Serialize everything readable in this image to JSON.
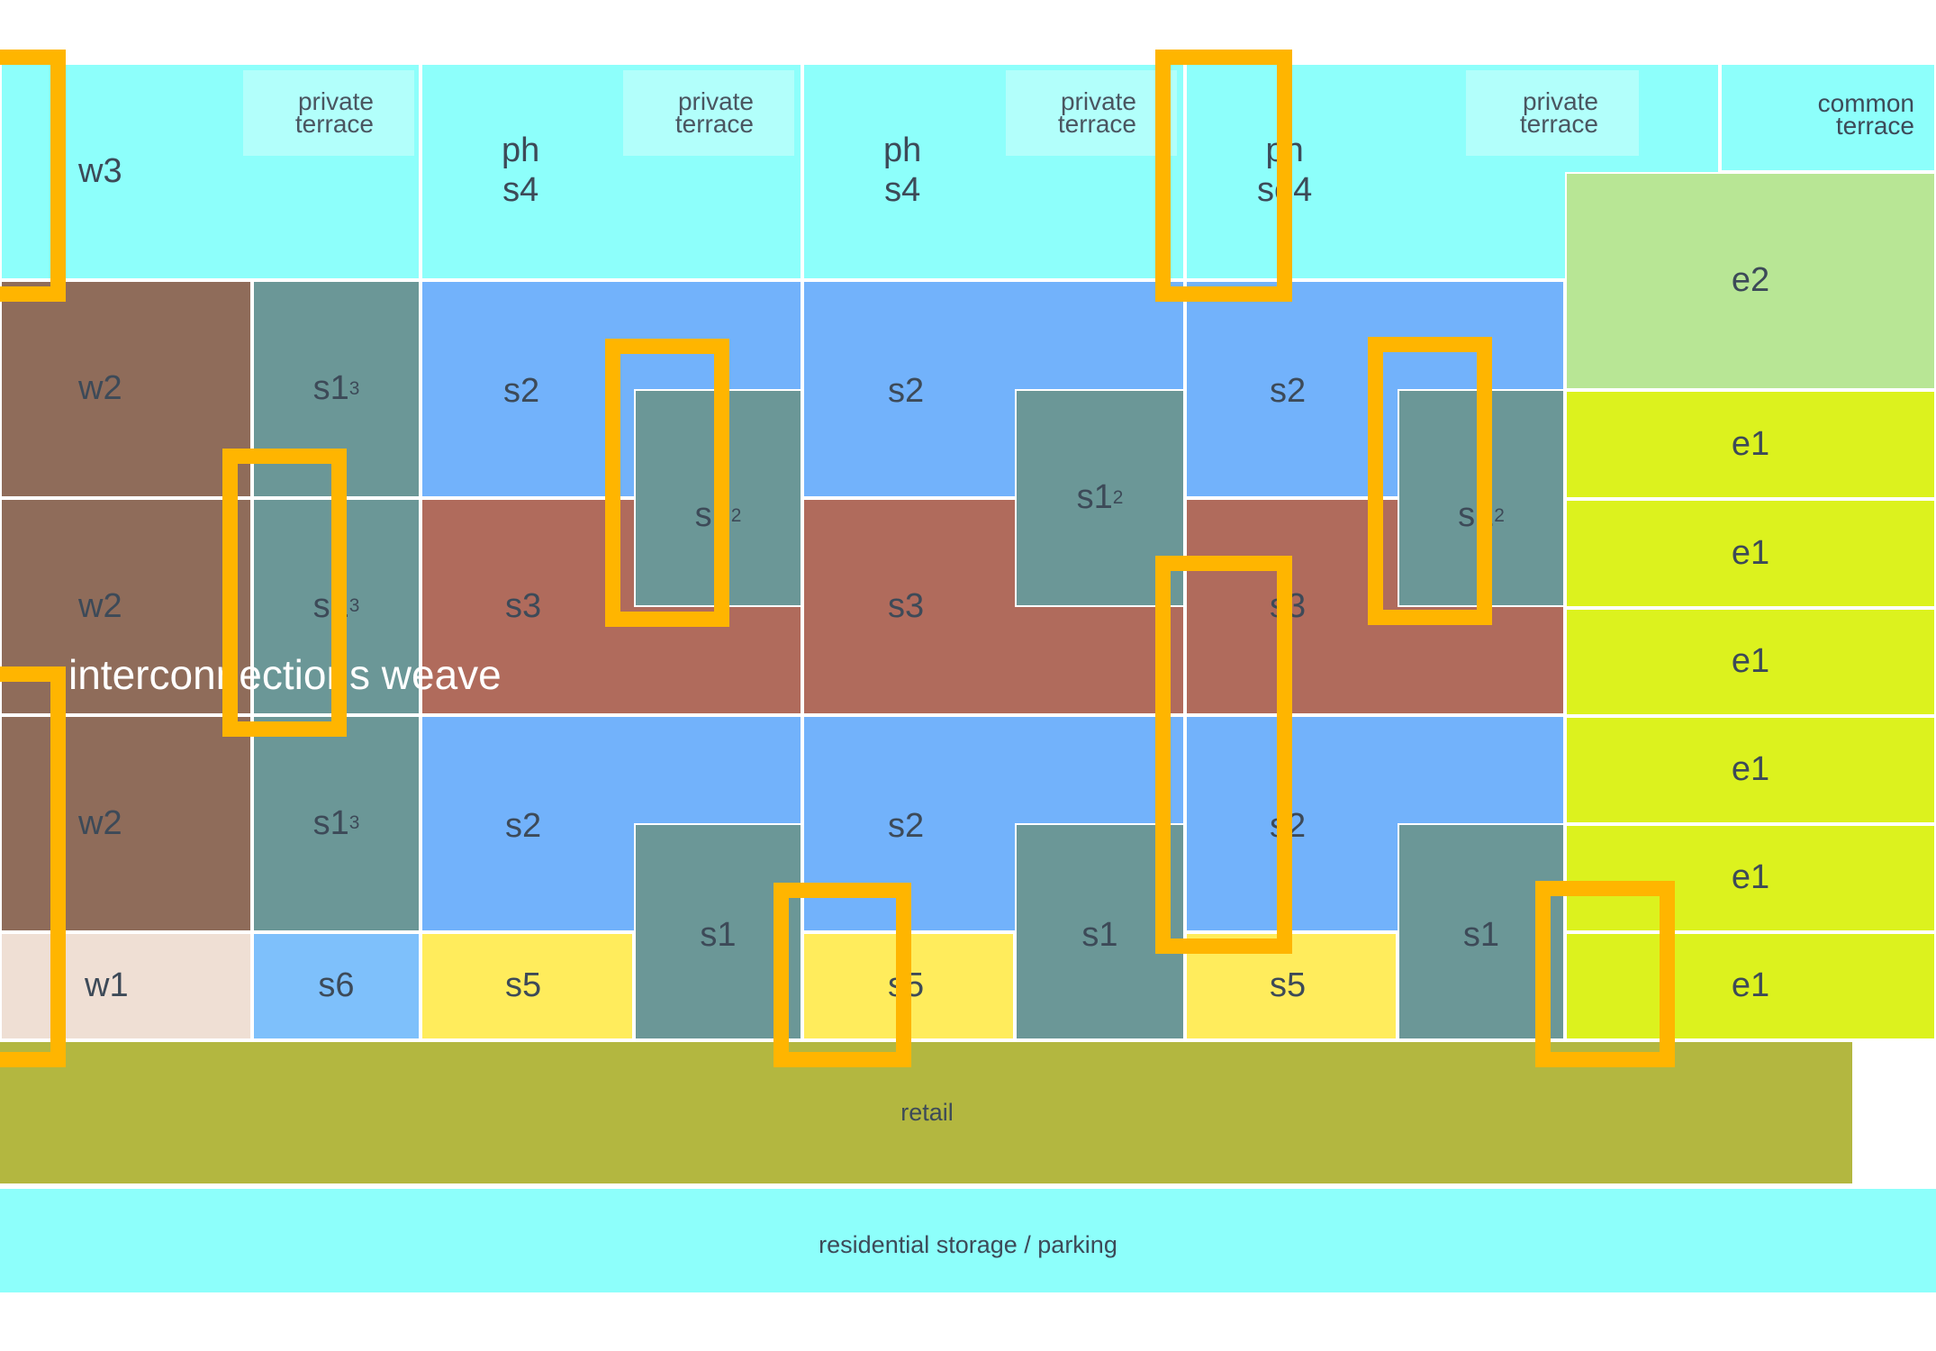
{
  "colors": {
    "cyan": "#8dfffb",
    "brown": "#8f6c5a",
    "teal": "#6b9797",
    "blue": "#72b2fb",
    "rust": "#b06b5c",
    "yellow": "#ffec5c",
    "beige": "#efdfd4",
    "light_green": "#b8e695",
    "lime": "#dcf21e",
    "olive": "#b3b740",
    "overlay_orange": "#ffb500"
  },
  "top": {
    "w3": "w3",
    "ph_s4_a": "ph\ns4",
    "ph_s4_b": "ph\ns4",
    "ph_se4": "ph\nse4",
    "private_terrace": "private\nterrace",
    "common_terrace": "common\nterrace"
  },
  "west": {
    "w2": "w2",
    "w1": "w1",
    "s1": "s1",
    "s1_sup": "3",
    "s6": "s6"
  },
  "south": {
    "s2": "s2",
    "s3": "s3",
    "s5": "s5",
    "s1": "s1",
    "s1_sup": "2"
  },
  "east": {
    "e2": "e2",
    "e1": "e1"
  },
  "weave_label": "interconnections weave",
  "retail": "retail",
  "storage": "residential storage / parking"
}
